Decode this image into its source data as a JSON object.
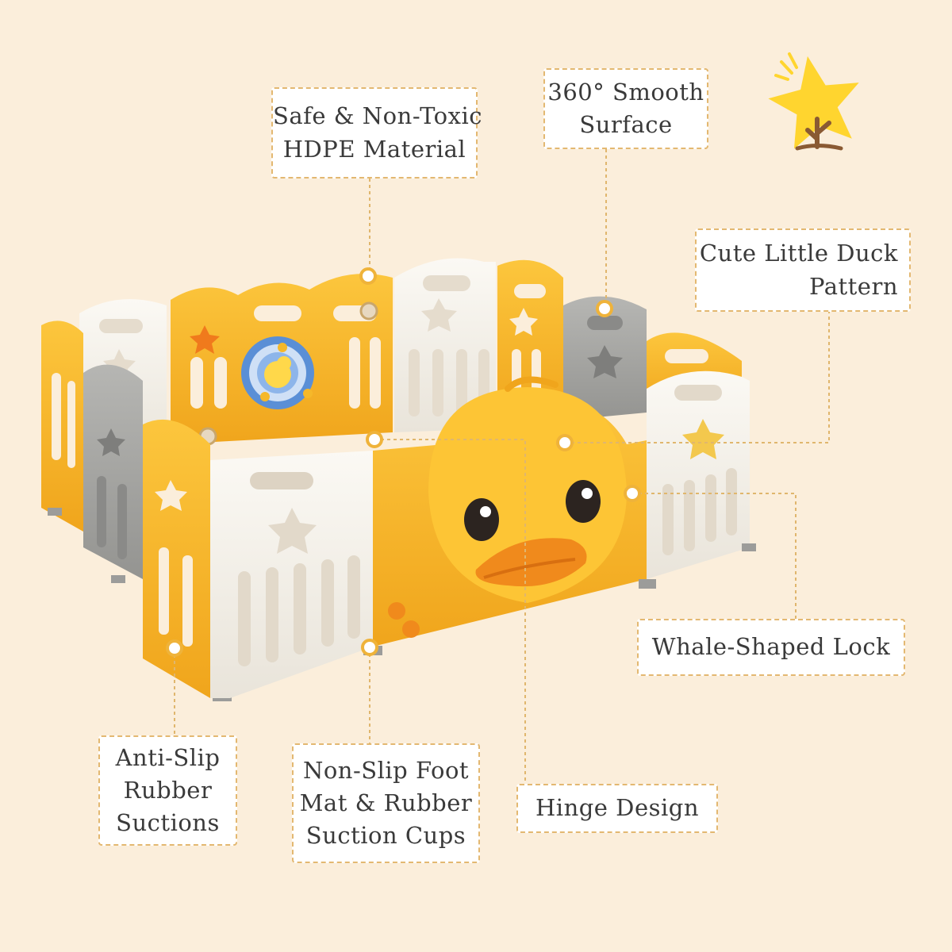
{
  "callouts": {
    "material": [
      "Safe & Non-Toxic",
      "HDPE Material"
    ],
    "surface": [
      "360° Smooth",
      "Surface"
    ],
    "pattern": [
      "Cute Little Duck",
      "Pattern"
    ],
    "lock": [
      "Whale-Shaped Lock"
    ],
    "hinge": [
      "Hinge Design"
    ],
    "footmat": [
      "Non-Slip Foot",
      "Mat & Rubber",
      "Suction Cups"
    ],
    "suctions": [
      "Anti-Slip",
      "Rubber",
      "Suctions"
    ]
  },
  "colors": {
    "background": "#fbeedb",
    "panel_yellow": "#f6b52a",
    "panel_white": "#f3f0ea",
    "panel_gray": "#a7a7a5",
    "callout_border": "#e3b871",
    "marker": "#efb33a",
    "duck_beak": "#f08a1c"
  },
  "icons": [
    "star-tree-icon",
    "duck-face-icon",
    "activity-panel-icon",
    "star-cutout-icon"
  ]
}
